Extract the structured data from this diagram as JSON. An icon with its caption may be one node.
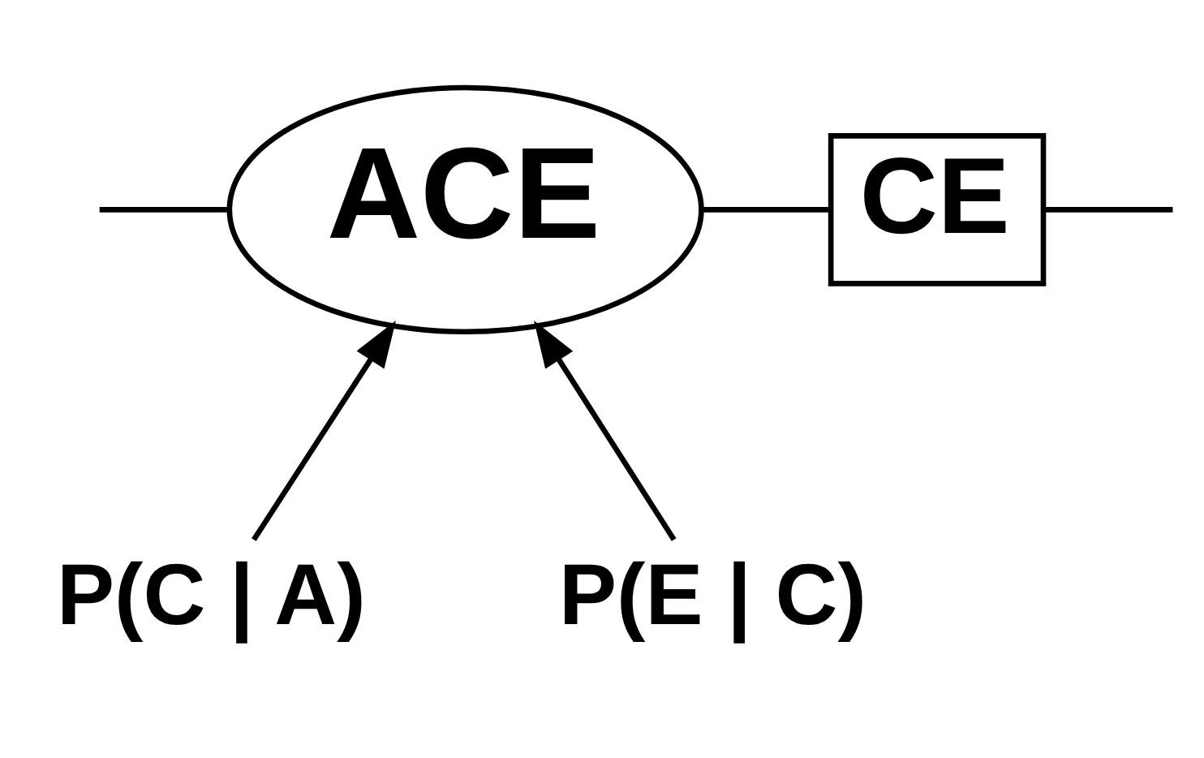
{
  "diagram": {
    "nodes": [
      {
        "text": [
          "ACE"
        ]
      },
      {
        "text": [
          "CE"
        ]
      },
      {
        "text": [
          "P(C | A)"
        ]
      },
      {
        "text": [
          "P(E | C)"
        ]
      }
    ],
    "edges": [
      {
        "from": null,
        "to": 0,
        "arrow": "none"
      },
      {
        "from": 0,
        "to": 1,
        "arrow": "none"
      },
      {
        "from": 1,
        "to": null,
        "arrow": "none"
      },
      {
        "from": 2,
        "to": 0,
        "arrow": "to"
      },
      {
        "from": 3,
        "to": 0,
        "arrow": "to"
      }
    ]
  }
}
